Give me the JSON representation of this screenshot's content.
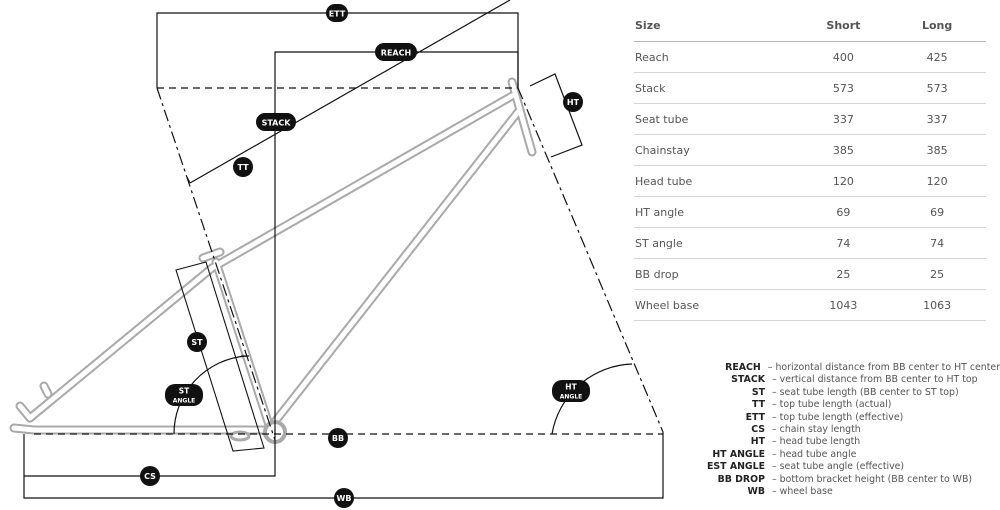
{
  "badges": {
    "ett": "ETT",
    "reach": "REACH",
    "stack": "STACK",
    "tt": "TT",
    "ht": "HT",
    "st": "ST",
    "st_angle_1": "ST",
    "st_angle_2": "ANGLE",
    "ht_angle_1": "HT",
    "ht_angle_2": "ANGLE",
    "bb": "BB",
    "cs": "CS",
    "wb": "WB"
  },
  "table": {
    "headers": [
      "Size",
      "Short",
      "Long"
    ],
    "rows": [
      {
        "label": "Reach",
        "short": "400",
        "long": "425"
      },
      {
        "label": "Stack",
        "short": "573",
        "long": "573"
      },
      {
        "label": "Seat tube",
        "short": "337",
        "long": "337"
      },
      {
        "label": "Chainstay",
        "short": "385",
        "long": "385"
      },
      {
        "label": "Head tube",
        "short": "120",
        "long": "120"
      },
      {
        "label": "HT angle",
        "short": "69",
        "long": "69"
      },
      {
        "label": "ST angle",
        "short": "74",
        "long": "74"
      },
      {
        "label": "BB drop",
        "short": "25",
        "long": "25"
      },
      {
        "label": "Wheel base",
        "short": "1043",
        "long": "1063"
      }
    ]
  },
  "legend": [
    {
      "key": "REACH",
      "desc": "– horizontal distance from BB center to HT center"
    },
    {
      "key": "STACK",
      "desc": "– vertical distance from BB center to HT top"
    },
    {
      "key": "ST",
      "desc": "– seat tube length (BB center to ST top)"
    },
    {
      "key": "TT",
      "desc": "– top tube length (actual)"
    },
    {
      "key": "ETT",
      "desc": "– top tube length (effective)"
    },
    {
      "key": "CS",
      "desc": "– chain stay length"
    },
    {
      "key": "HT",
      "desc": "– head tube length"
    },
    {
      "key": "HT ANGLE",
      "desc": "– head tube angle"
    },
    {
      "key": "EST ANGLE",
      "desc": "– seat tube angle (effective)"
    },
    {
      "key": "BB DROP",
      "desc": "– bottom bracket height (BB center to WB)"
    },
    {
      "key": "WB",
      "desc": "– wheel base"
    }
  ]
}
